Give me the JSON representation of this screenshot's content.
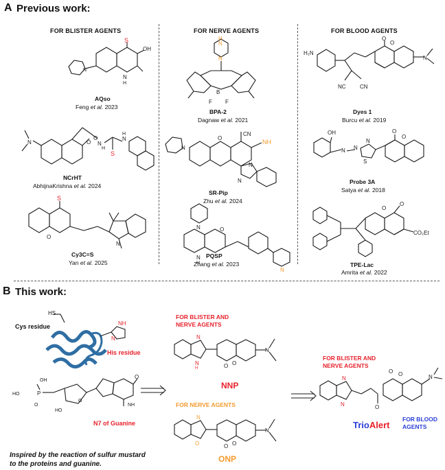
{
  "panel_a": {
    "letter": "A",
    "title": "Previous work:",
    "columns": [
      {
        "heading": "FOR BLISTER AGENTS",
        "compounds": [
          {
            "name": "AQso",
            "cite_author": "Feng",
            "cite_year": "2023"
          },
          {
            "name": "NCrHT",
            "cite_author": "AbhijnaKrishna",
            "cite_year": "2024"
          },
          {
            "name": "Cy3C=S",
            "cite_author": "Yan",
            "cite_year": "2025"
          }
        ]
      },
      {
        "heading": "FOR NERVE AGENTS",
        "compounds": [
          {
            "name": "BPA-2",
            "cite_author": "Dagnaw",
            "cite_year": "2021"
          },
          {
            "name": "SR-Pip",
            "cite_author": "Zhu",
            "cite_year": "2024"
          },
          {
            "name": "PQSP",
            "cite_author": "Zhang",
            "cite_year": "2023"
          }
        ]
      },
      {
        "heading": "FOR BLOOD AGENTS",
        "compounds": [
          {
            "name": "Dyes 1",
            "cite_author": "Burcu",
            "cite_year": "2019"
          },
          {
            "name": "Probe 3A",
            "cite_author": "Satya",
            "cite_year": "2018"
          },
          {
            "name": "TPE-Lac",
            "cite_author": "Amrita",
            "cite_year": "2022"
          }
        ]
      }
    ],
    "et_al": "et al."
  },
  "panel_b": {
    "letter": "B",
    "title": "This work:",
    "cys_label": "Cys residue",
    "his_label": "His residue",
    "guanine_label": "N7 of Guanine",
    "inspired_text_1": "Inspired by the reaction of sulfur mustard",
    "inspired_text_2": "to the proteins and guanine.",
    "nnp_caption_1": "FOR BLISTER AND",
    "nnp_caption_2": "NERVE AGENTS",
    "nnp_name": "NNP",
    "onp_caption": "FOR NERVE AGENTS",
    "onp_name": "ONP",
    "trio_caption_1": "FOR BLISTER AND",
    "trio_caption_2": "NERVE AGENTS",
    "trio_name_1": "Trio",
    "trio_name_2": "Alert",
    "trio_blood_1": "FOR BLOOD",
    "trio_blood_2": "AGENTS"
  },
  "colors": {
    "red": "#e8212b",
    "orange": "#f39a2c",
    "blue": "#2a3fd6",
    "protein": "#2f6ea3",
    "purple": "#8a2a8a"
  }
}
